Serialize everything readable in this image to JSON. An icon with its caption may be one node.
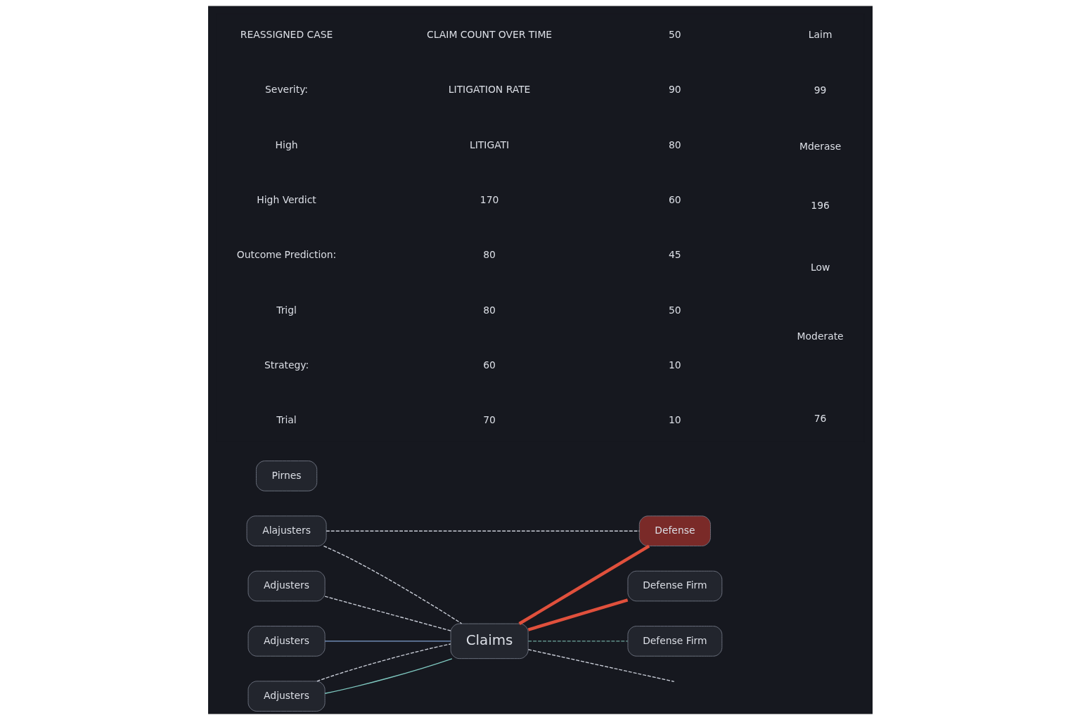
{
  "diagram": {
    "nodes": [
      {
        "text": [
          "Claims"
        ]
      },
      {
        "text": [
          "Adjusters"
        ]
      },
      {
        "text": [
          "Alajusters"
        ]
      },
      {
        "text": [
          "Adjusters"
        ]
      },
      {
        "text": [
          "Adjusters"
        ]
      },
      {
        "text": [
          "Defense"
        ]
      },
      {
        "text": [
          "Defense Firm"
        ]
      },
      {
        "text": [
          "Pirnes"
        ]
      },
      {
        "text": [
          "Defense Firm"
        ]
      }
    ],
    "edges": [
      {
        "from": 1,
        "to": 0,
        "arrow": "none",
        "style": "dashed"
      },
      {
        "from": 2,
        "to": 0,
        "arrow": "none",
        "style": "dashed"
      },
      {
        "from": 3,
        "to": 0,
        "arrow": "none",
        "color": "#7f9fd0"
      },
      {
        "from": 4,
        "to": 0,
        "arrow": "none",
        "color": "#7fc8c0"
      },
      {
        "from": 4,
        "to": 0,
        "arrow": "none",
        "style": "dashed"
      },
      {
        "from": 0,
        "to": null,
        "arrow": "none",
        "style": "dashed"
      },
      {
        "from": 0,
        "to": 5,
        "arrow": "none",
        "style": "thick",
        "color": "#e0503c"
      },
      {
        "from": 0,
        "to": 6,
        "arrow": "none",
        "style": "thick",
        "color": "#e0503c"
      },
      {
        "from": 0,
        "to": 8,
        "arrow": "none",
        "style": "dashed",
        "color": "#6fa8a0"
      },
      {
        "from": 2,
        "to": 5,
        "arrow": "none",
        "style": "dashed"
      }
    ],
    "labels": [
      "REASSIGNED CASE",
      "Severity:",
      "High",
      "High Verdict",
      "Outcome Prediction:",
      "Trigl",
      "Strategy:",
      "Trial",
      "CLAIM COUNT OVER TIME",
      "LITIGATION RATE",
      "LITIGATI",
      "170",
      "80",
      "80",
      "60",
      "70",
      "50",
      "90",
      "80",
      "60",
      "45",
      "50",
      "10",
      "10",
      "Laim",
      "99",
      "Mderase",
      "196",
      "Low",
      "Moderate",
      "76"
    ]
  }
}
